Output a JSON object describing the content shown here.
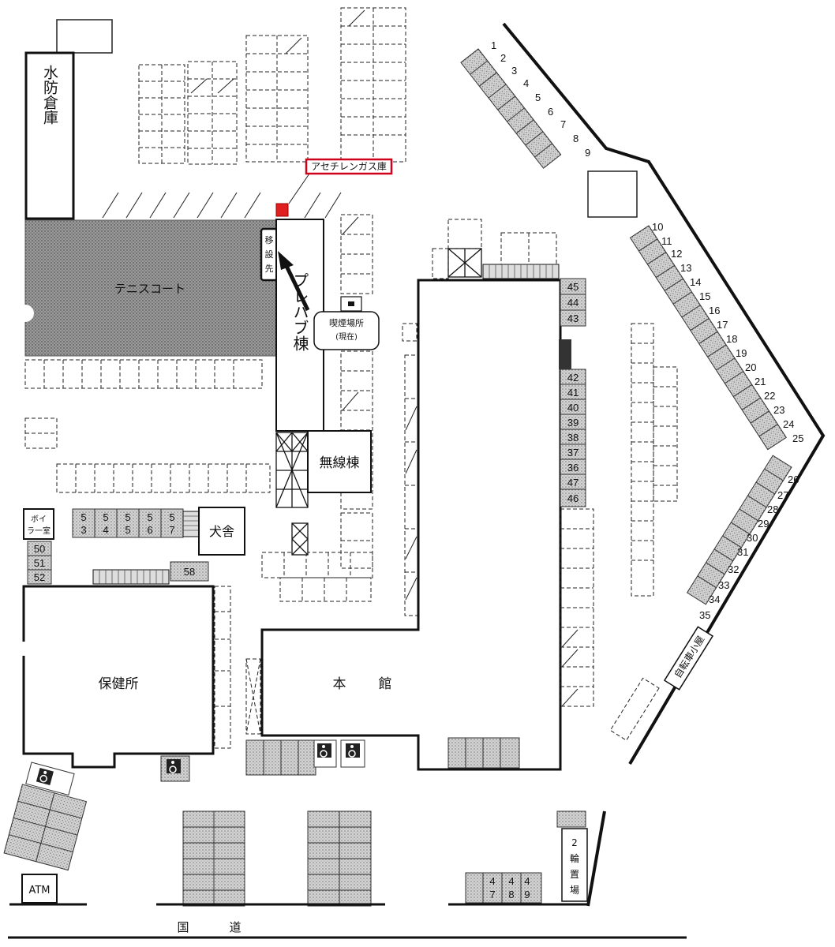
{
  "buildings": {
    "suibou": "水防倉庫",
    "tennis": "テニスコート",
    "prefab": "プレハブ棟",
    "musen": "無線棟",
    "honkan": [
      "本",
      "館"
    ],
    "hokenjo": "保健所",
    "kenja": "犬舎",
    "boiler": [
      "ボイ",
      "ラ一室"
    ],
    "jitensha": "自転車小屋",
    "nirin": [
      "2",
      "輪",
      "置",
      "場"
    ],
    "atm": "ATM",
    "kokudo": [
      "国",
      "道"
    ]
  },
  "labels": {
    "acetylene": "アセチレンガス庫",
    "isetsu": [
      "移",
      "設",
      "先"
    ],
    "smoking": [
      "喫煙場所",
      "(現在)"
    ]
  },
  "numbers": {
    "ne_lot_a": [
      "1",
      "2",
      "3",
      "4",
      "5",
      "6",
      "7",
      "8",
      "9"
    ],
    "ne_lot_b": [
      "10",
      "11",
      "12",
      "13",
      "14",
      "15",
      "16",
      "17",
      "18",
      "19",
      "20",
      "21",
      "22",
      "23",
      "24",
      "25"
    ],
    "se_lot": [
      "26",
      "27",
      "28",
      "29",
      "30",
      "31",
      "32",
      "33",
      "34",
      "35"
    ],
    "east_top": [
      "45",
      "44",
      "43"
    ],
    "east_mid": [
      "42",
      "41",
      "40",
      "39",
      "38",
      "37",
      "36",
      "47",
      "46"
    ],
    "boiler_side": [
      "50",
      "51",
      "52"
    ],
    "dog_row": [
      [
        "5",
        "3"
      ],
      [
        "5",
        "4"
      ],
      [
        "5",
        "5"
      ],
      [
        "5",
        "6"
      ],
      [
        "5",
        "7"
      ]
    ],
    "small_58": "58",
    "bottom_row": [
      [
        "4",
        "7"
      ],
      [
        "4",
        "8"
      ],
      [
        "4",
        "9"
      ]
    ]
  },
  "icons": {
    "wheelchair": "wheelchair-icon",
    "door": "door-icon"
  },
  "colors": {
    "acetylene_border": "#d0021b",
    "shaded": "#bdbdbd",
    "tennis": "#8c8c8c"
  }
}
